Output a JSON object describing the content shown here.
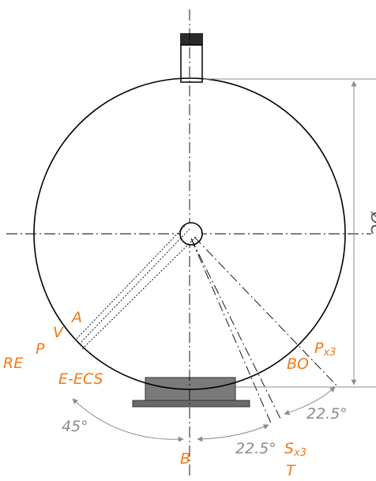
{
  "labels": {
    "a": "A",
    "v": "V",
    "p": "P",
    "re": "RE",
    "e_ecs": "E-ECS",
    "px3_main": "P",
    "px3_sub": "x3",
    "bo": "BO",
    "b": "B",
    "sx3_main": "S",
    "sx3_sub": "x3",
    "t": "T",
    "diameter": "ØC"
  },
  "angles": {
    "left": "45°",
    "bottom_right": "22.5°",
    "right": "22.5°"
  },
  "colors": {
    "label": "#f07a1a",
    "angle": "#8c8c8c",
    "line": "#000000",
    "base": "#7a7a7a",
    "nozzle_cap": "#2a2a2a"
  }
}
